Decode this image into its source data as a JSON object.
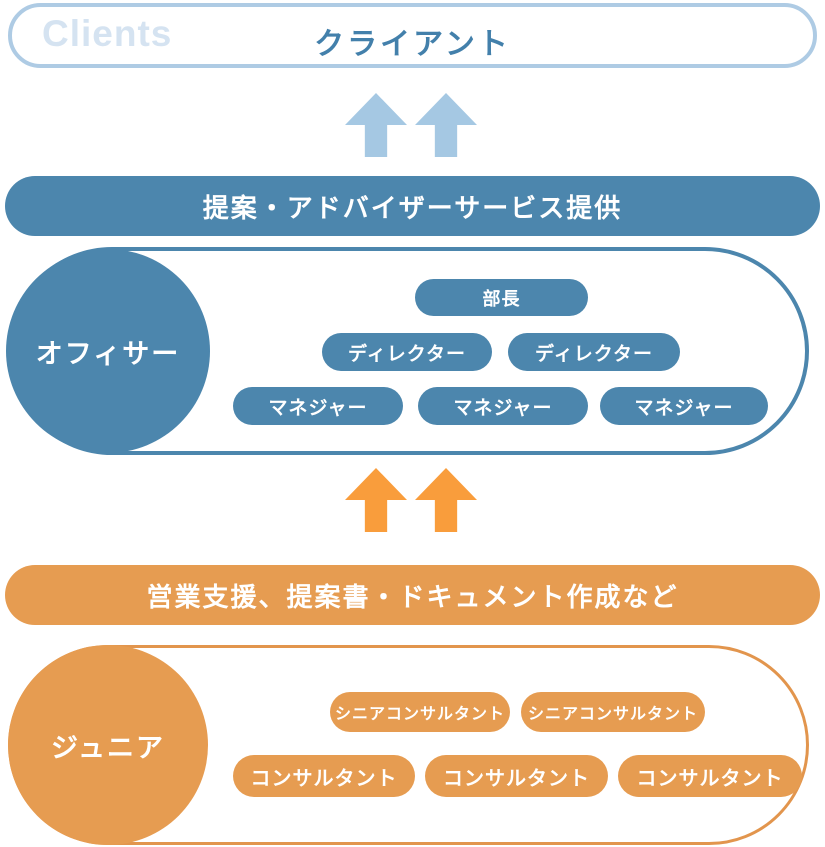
{
  "colors": {
    "blue": "#4c86ad",
    "light_blue_arrow": "#a5c8e3",
    "pale_blue_border": "#aecbe4",
    "pale_blue_text": "#d5e3f1",
    "blue_text": "#4380ab",
    "orange": "#e69c51",
    "orange_arrow": "#f99d3c",
    "white": "#ffffff"
  },
  "clients": {
    "label_en": "Clients",
    "label_ja": "クライアント"
  },
  "officer": {
    "banner": "提案・アドバイザーサービス提供",
    "circle_label": "オフィサー",
    "rows": [
      [
        "部長"
      ],
      [
        "ディレクター",
        "ディレクター"
      ],
      [
        "マネジャー",
        "マネジャー",
        "マネジャー"
      ]
    ]
  },
  "junior": {
    "banner": "営業支援、提案書・ドキュメント作成など",
    "circle_label": "ジュニア",
    "rows": [
      [
        "シニアコンサルタント",
        "シニアコンサルタント"
      ],
      [
        "コンサルタント",
        "コンサルタント",
        "コンサルタント"
      ]
    ]
  }
}
